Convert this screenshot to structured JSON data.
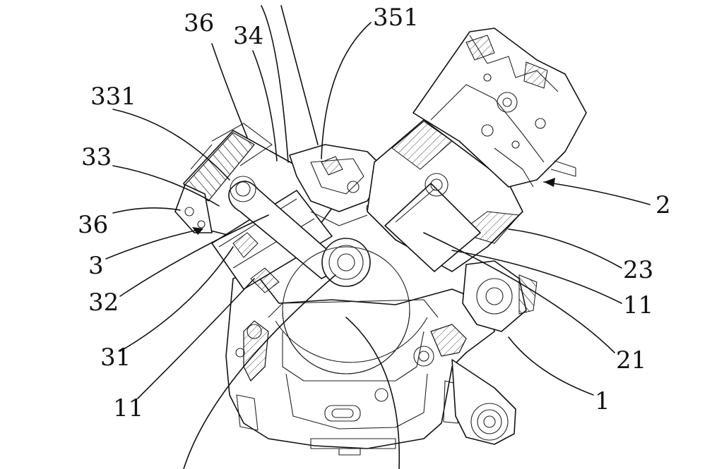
{
  "labels": {
    "l36_top": "36",
    "l34": "34",
    "l351": "351",
    "l331": "331",
    "l33": "33",
    "l36_left": "36",
    "l3": "3",
    "l32": "32",
    "l31": "31",
    "l11_left": "11",
    "l2": "2",
    "l23": "23",
    "l11_right": "11",
    "l21": "21",
    "l1": "1"
  },
  "colors": {
    "line": "#111111",
    "background": "#ffffff"
  }
}
